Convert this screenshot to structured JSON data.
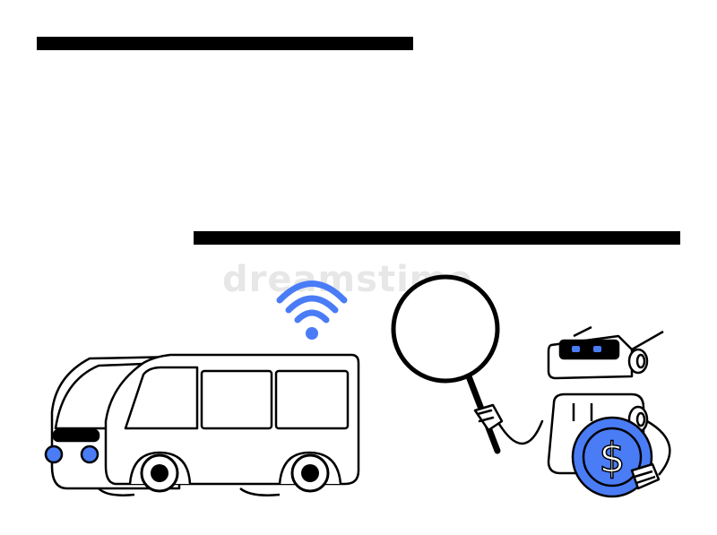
{
  "illustration": {
    "header_bars": 2,
    "watermark": "dreamstime",
    "icons": [
      "wifi-icon",
      "autonomous-bus",
      "magnifying-glass-icon",
      "robot",
      "dollar-coin-icon"
    ],
    "coin_symbol": "$"
  },
  "colors": {
    "background": "#ffffff",
    "ink": "#000000",
    "accent": "#4a7cf6",
    "watermark": "#e7e7e7"
  }
}
